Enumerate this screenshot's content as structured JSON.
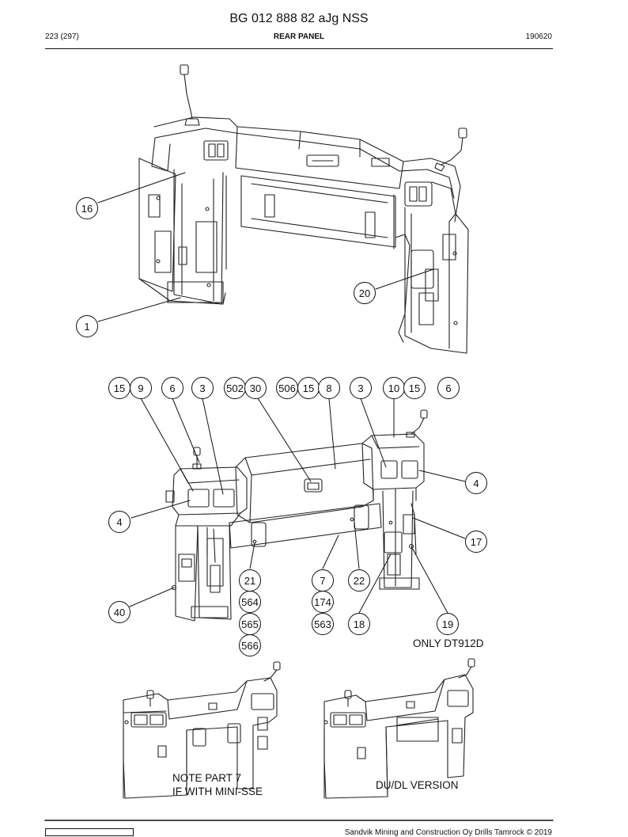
{
  "header": {
    "document_number": "BG 012 888 82 aJg NSS",
    "page_indicator": "223 (297)",
    "section_title": "REAR PANEL",
    "date_code": "190620"
  },
  "callouts": {
    "top_view": [
      "16",
      "20",
      "1"
    ],
    "main_view": {
      "top_row": [
        "15",
        "9",
        "6",
        "3",
        "502",
        "30",
        "506",
        "15",
        "8",
        "3",
        "10",
        "15",
        "6"
      ],
      "right_4": "4",
      "left_4": "4",
      "item_17": "17",
      "item_40": "40",
      "col_21": [
        "21",
        "564",
        "565",
        "566"
      ],
      "col_7": [
        "7",
        "174",
        "563"
      ],
      "item_22": "22",
      "item_18": "18",
      "item_19": "19"
    }
  },
  "notes": {
    "only_dt912d": "ONLY DT912D",
    "note_part7_line1": "NOTE PART 7",
    "note_part7_line2": "IF WITH MINI-SSE",
    "du_dl_version": "DU/DL VERSION"
  },
  "footer": {
    "copyright": "Sandvik Mining and Construction Oy Drills Tamrock © 2019"
  }
}
